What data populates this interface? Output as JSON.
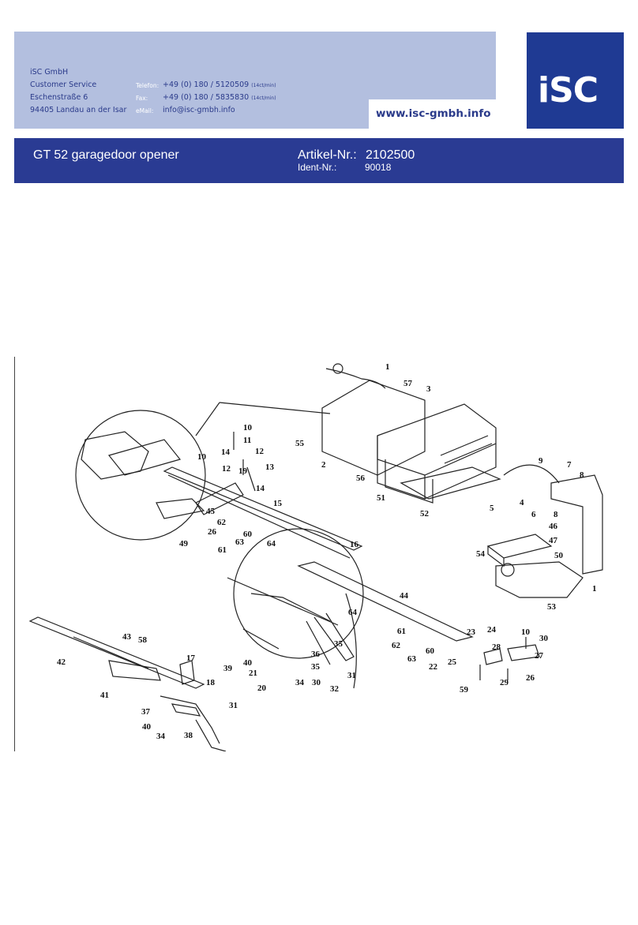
{
  "company": {
    "name": "iSC GmbH",
    "department": "Customer Service",
    "street": "Eschenstraße 6",
    "city": "94405 Landau an der Isar"
  },
  "contact": {
    "phone_label": "Telefon:",
    "phone": "+49 (0) 180 / 5120509",
    "phone_rate": "(14ct/min)",
    "fax_label": "Fax:",
    "fax": "+49 (0) 180 / 5835830",
    "fax_rate": "(14ct/min)",
    "email_label": "eMail:",
    "email": "info@isc-gmbh.info"
  },
  "website": "www.isc-gmbh.info",
  "logo_text": "iSC",
  "product": {
    "title": "GT 52 garagedoor opener",
    "article_label": "Artikel-Nr.:",
    "article_number": "2102500",
    "ident_label": "Ident-Nr.:",
    "ident_number": "90018"
  },
  "diagram": {
    "part_labels": [
      "1",
      "57",
      "3",
      "55",
      "2",
      "56",
      "51",
      "52",
      "9",
      "7",
      "8",
      "4",
      "5",
      "6",
      "8",
      "46",
      "47",
      "54",
      "50",
      "1",
      "53",
      "10",
      "11",
      "14",
      "12",
      "10",
      "13",
      "12",
      "19",
      "14",
      "15",
      "45",
      "62",
      "26",
      "60",
      "61",
      "63",
      "64",
      "49",
      "16",
      "44",
      "64",
      "61",
      "62",
      "60",
      "63",
      "22",
      "23",
      "24",
      "10",
      "30",
      "27",
      "25",
      "28",
      "59",
      "29",
      "26",
      "43",
      "58",
      "42",
      "41",
      "17",
      "35",
      "36",
      "35",
      "34",
      "30",
      "31",
      "32",
      "39",
      "40",
      "21",
      "20",
      "18",
      "31",
      "37",
      "40",
      "34",
      "38"
    ]
  },
  "colors": {
    "header_light": "#b3bfdf",
    "header_text": "#2a3a8a",
    "title_bar": "#2a3b93",
    "logo_bg": "#1f3a93"
  }
}
